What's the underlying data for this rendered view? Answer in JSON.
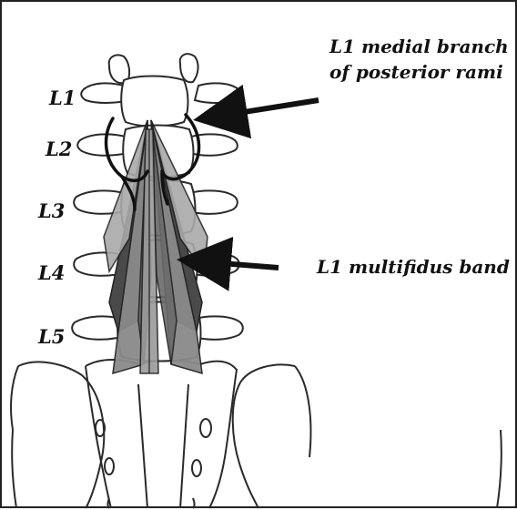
{
  "vertebra_labels": {
    "l1": "L1",
    "l2": "L2",
    "l3": "L3",
    "l4": "L4",
    "l5": "L5"
  },
  "annotations": {
    "medial_branch_line1": "L1 medial branch",
    "medial_branch_line2": "of posterior rami",
    "multifidus_band": "L1 multifidus band"
  },
  "colors": {
    "background": "#ffffff",
    "outline": "#2a2a2a",
    "muscle_dark": "#4a4a4a",
    "muscle_mid": "#808080",
    "muscle_light": "#a9a9a9",
    "arrow": "#111111"
  }
}
